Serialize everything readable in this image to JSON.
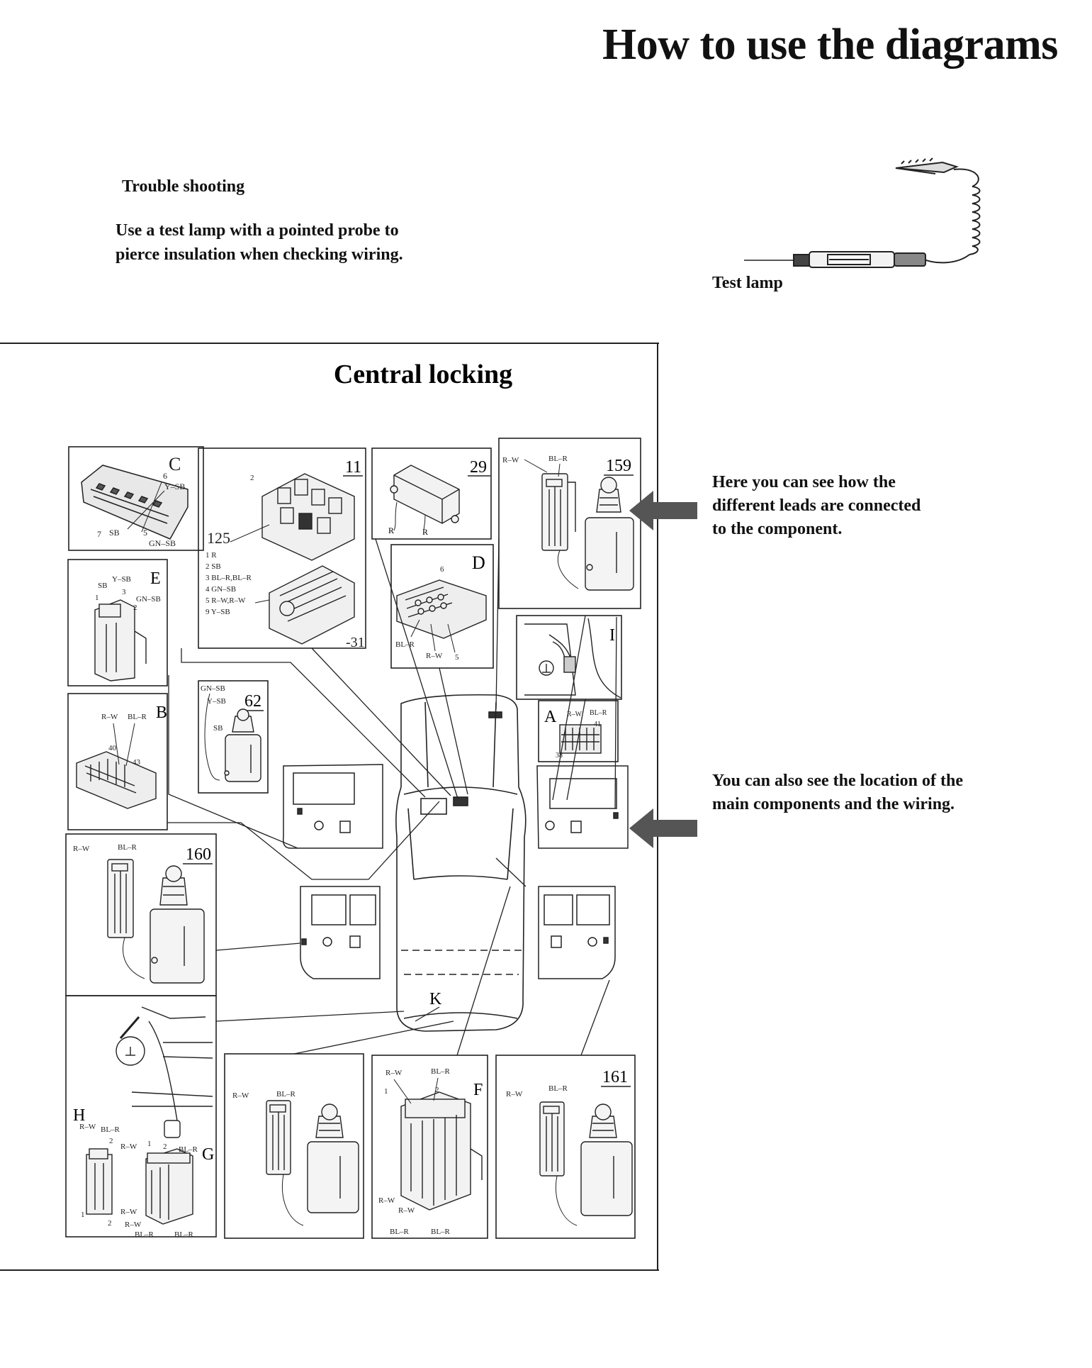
{
  "header": {
    "title": "How to use the diagrams"
  },
  "trouble_shooting": {
    "heading": "Trouble shooting",
    "line1": "Use a test lamp with a pointed probe to",
    "line2": "pierce insulation when checking wiring.",
    "tool_label": "Test lamp"
  },
  "diagram": {
    "title": "Central locking",
    "panel_ids": {
      "c": "C",
      "p11": "11",
      "p29": "29",
      "p159": "159",
      "d": "D",
      "e": "E",
      "i": "I",
      "p62": "62",
      "a": "A",
      "b": "B",
      "p160": "160",
      "k": "K",
      "h": "H",
      "g": "G",
      "f": "F",
      "p161": "161",
      "p125": "125",
      "p31": "-31"
    },
    "panel_c": {
      "pin6": "6",
      "pin7": "7",
      "pin5": "5",
      "ysb": "Y–SB",
      "sb": "SB",
      "gnsb": "GN–SB"
    },
    "panel_11": {
      "pin2": "2",
      "legend": [
        "1  R",
        "2  SB",
        "3  BL–R,BL–R",
        "4  GN–SB",
        "5  R–W,R–W",
        "9  Y–SB"
      ]
    },
    "panel_29": {
      "wire1": "R",
      "wire2": "R"
    },
    "panel_159": {
      "rw": "R–W",
      "blr": "BL–R"
    },
    "panel_d": {
      "pin6": "6",
      "pin5": "5",
      "blr": "BL–R",
      "rw": "R–W"
    },
    "panel_e": {
      "sb": "SB",
      "ysb": "Y–SB",
      "gnsb": "GN–SB",
      "p1": "1",
      "p3": "3",
      "p2": "2"
    },
    "panel_62": {
      "gnsb": "GN–SB",
      "ysb": "Y–SB",
      "sb": "SB"
    },
    "panel_a": {
      "rw": "R–W",
      "blr": "BL–R",
      "p41": "41",
      "p38": "38"
    },
    "panel_b": {
      "rw": "R–W",
      "blr": "BL–R",
      "p40": "40",
      "p43": "43"
    },
    "panel_160": {
      "rw": "R–W",
      "blr": "BL–R"
    },
    "panel_h": {
      "rw": "R–W",
      "blr": "BL–R",
      "p2": "2",
      "p1": "1",
      "p2b": "2",
      "rw2": "R–W",
      "blr2": "BL–R",
      "rw3": "R–W",
      "blr3": "BL–R",
      "rw4": "R–W",
      "blr4": "BL–R",
      "pg1": "1",
      "pg2": "2"
    },
    "panel_mid": {
      "rw": "R–W",
      "blr": "BL–R"
    },
    "panel_f": {
      "rw": "R–W",
      "blr": "BL–R",
      "p1": "1",
      "p2": "2",
      "rw2": "R–W",
      "rw3": "R–W",
      "blr2": "BL–R",
      "blr3": "BL–R"
    },
    "panel_161": {
      "rw": "R–W",
      "blr": "BL–R"
    }
  },
  "notes": {
    "leads": [
      "Here you can see how the",
      "different leads are connected",
      "to the component."
    ],
    "location": [
      "You can also see the location of the",
      "main components and the wiring."
    ]
  }
}
